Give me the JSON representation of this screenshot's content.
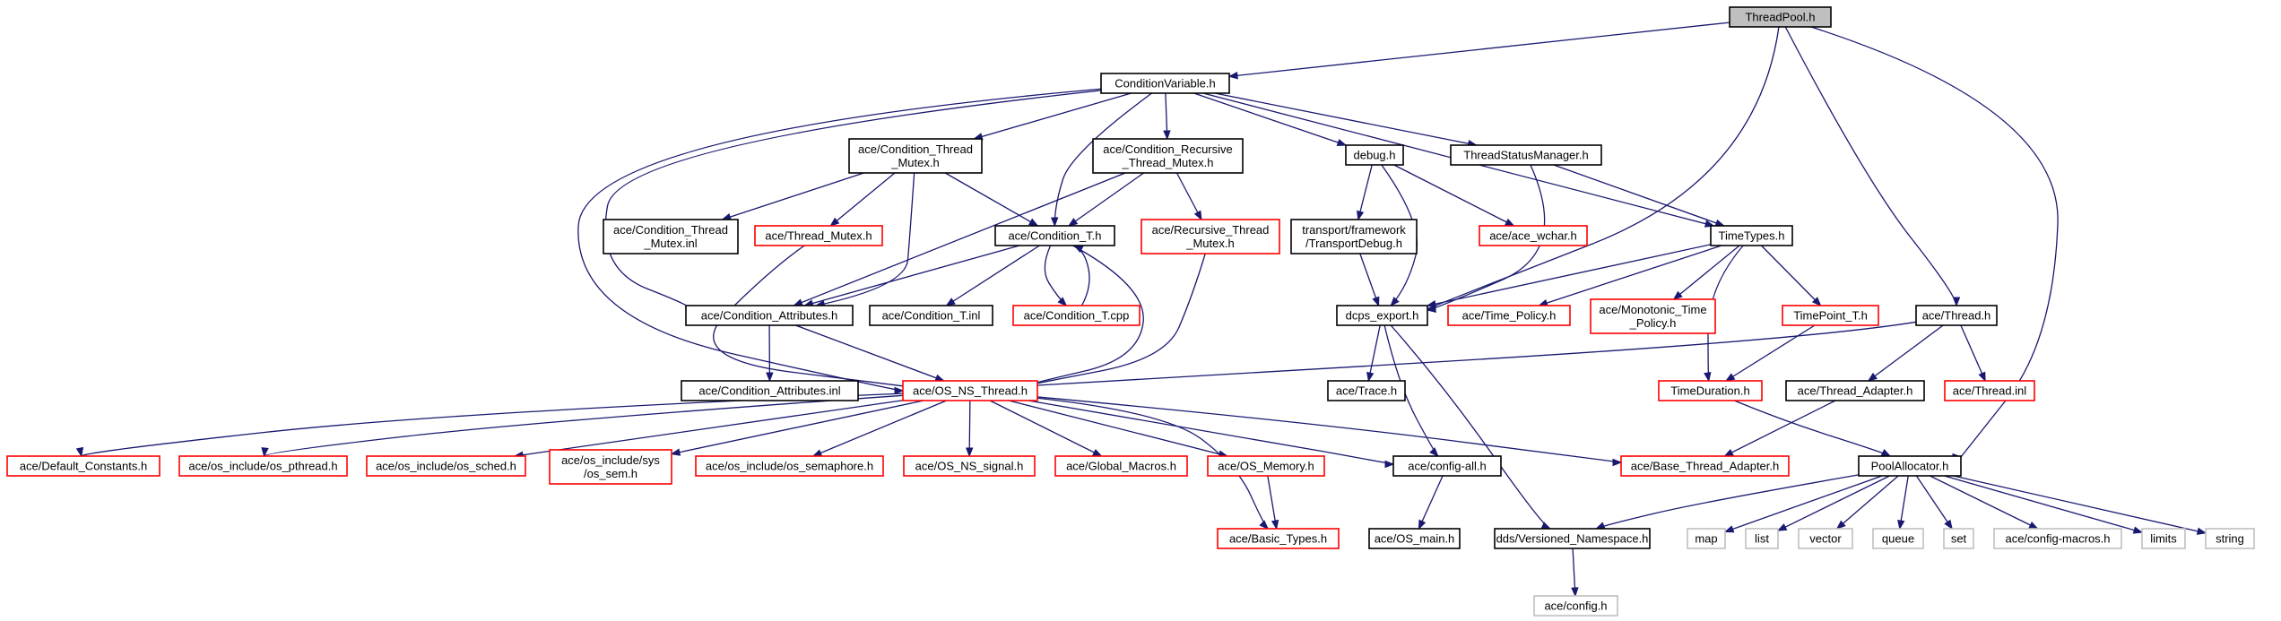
{
  "graph": {
    "nodes": [
      {
        "id": "threadpool",
        "lines": [
          "ThreadPool.h"
        ],
        "style": "root"
      },
      {
        "id": "condvar",
        "lines": [
          "ConditionVariable.h"
        ],
        "style": "black"
      },
      {
        "id": "condthreadmutex",
        "lines": [
          "ace/Condition_Thread",
          "_Mutex.h"
        ],
        "style": "black"
      },
      {
        "id": "condrecursive",
        "lines": [
          "ace/Condition_Recursive",
          "_Thread_Mutex.h"
        ],
        "style": "black"
      },
      {
        "id": "debug",
        "lines": [
          "debug.h"
        ],
        "style": "black"
      },
      {
        "id": "threadstatus",
        "lines": [
          "ThreadStatusManager.h"
        ],
        "style": "black"
      },
      {
        "id": "condthreadmutexinl",
        "lines": [
          "ace/Condition_Thread",
          "_Mutex.inl"
        ],
        "style": "black"
      },
      {
        "id": "threadmutex",
        "lines": [
          "ace/Thread_Mutex.h"
        ],
        "style": "red"
      },
      {
        "id": "condT",
        "lines": [
          "ace/Condition_T.h"
        ],
        "style": "black"
      },
      {
        "id": "recursivemutex",
        "lines": [
          "ace/Recursive_Thread",
          "_Mutex.h"
        ],
        "style": "red"
      },
      {
        "id": "transportdebug",
        "lines": [
          "transport/framework",
          "/TransportDebug.h"
        ],
        "style": "black"
      },
      {
        "id": "acewchar",
        "lines": [
          "ace/ace_wchar.h"
        ],
        "style": "red"
      },
      {
        "id": "timetypes",
        "lines": [
          "TimeTypes.h"
        ],
        "style": "black"
      },
      {
        "id": "condattr",
        "lines": [
          "ace/Condition_Attributes.h"
        ],
        "style": "black"
      },
      {
        "id": "condTinl",
        "lines": [
          "ace/Condition_T.inl"
        ],
        "style": "black"
      },
      {
        "id": "condTcpp",
        "lines": [
          "ace/Condition_T.cpp"
        ],
        "style": "red"
      },
      {
        "id": "dcpsexport",
        "lines": [
          "dcps_export.h"
        ],
        "style": "black"
      },
      {
        "id": "timepolicy",
        "lines": [
          "ace/Time_Policy.h"
        ],
        "style": "red"
      },
      {
        "id": "monotonic",
        "lines": [
          "ace/Monotonic_Time",
          "_Policy.h"
        ],
        "style": "red"
      },
      {
        "id": "timepointT",
        "lines": [
          "TimePoint_T.h"
        ],
        "style": "red"
      },
      {
        "id": "acethread",
        "lines": [
          "ace/Thread.h"
        ],
        "style": "black"
      },
      {
        "id": "condattrinl",
        "lines": [
          "ace/Condition_Attributes.inl"
        ],
        "style": "black"
      },
      {
        "id": "osnsthread",
        "lines": [
          "ace/OS_NS_Thread.h"
        ],
        "style": "red"
      },
      {
        "id": "acetrace",
        "lines": [
          "ace/Trace.h"
        ],
        "style": "black"
      },
      {
        "id": "timeduration",
        "lines": [
          "TimeDuration.h"
        ],
        "style": "red"
      },
      {
        "id": "threadadapter",
        "lines": [
          "ace/Thread_Adapter.h"
        ],
        "style": "black"
      },
      {
        "id": "threadinl",
        "lines": [
          "ace/Thread.inl"
        ],
        "style": "red"
      },
      {
        "id": "defaultconstants",
        "lines": [
          "ace/Default_Constants.h"
        ],
        "style": "red"
      },
      {
        "id": "ospthread",
        "lines": [
          "ace/os_include/os_pthread.h"
        ],
        "style": "red"
      },
      {
        "id": "ossched",
        "lines": [
          "ace/os_include/os_sched.h"
        ],
        "style": "red"
      },
      {
        "id": "ossyssem",
        "lines": [
          "ace/os_include/sys",
          "/os_sem.h"
        ],
        "style": "red"
      },
      {
        "id": "ossemaphore",
        "lines": [
          "ace/os_include/os_semaphore.h"
        ],
        "style": "red"
      },
      {
        "id": "osnssignal",
        "lines": [
          "ace/OS_NS_signal.h"
        ],
        "style": "red"
      },
      {
        "id": "globalmacros",
        "lines": [
          "ace/Global_Macros.h"
        ],
        "style": "red"
      },
      {
        "id": "osmemory",
        "lines": [
          "ace/OS_Memory.h"
        ],
        "style": "red"
      },
      {
        "id": "configall",
        "lines": [
          "ace/config-all.h"
        ],
        "style": "black"
      },
      {
        "id": "basethreadadapter",
        "lines": [
          "ace/Base_Thread_Adapter.h"
        ],
        "style": "red"
      },
      {
        "id": "poolallocator",
        "lines": [
          "PoolAllocator.h"
        ],
        "style": "black"
      },
      {
        "id": "basictypes",
        "lines": [
          "ace/Basic_Types.h"
        ],
        "style": "red"
      },
      {
        "id": "osmain",
        "lines": [
          "ace/OS_main.h"
        ],
        "style": "black"
      },
      {
        "id": "versionedns",
        "lines": [
          "dds/Versioned_Namespace.h"
        ],
        "style": "black"
      },
      {
        "id": "map",
        "lines": [
          "map"
        ],
        "style": "gray"
      },
      {
        "id": "list",
        "lines": [
          "list"
        ],
        "style": "gray"
      },
      {
        "id": "vector",
        "lines": [
          "vector"
        ],
        "style": "gray"
      },
      {
        "id": "queue",
        "lines": [
          "queue"
        ],
        "style": "gray"
      },
      {
        "id": "set",
        "lines": [
          "set"
        ],
        "style": "gray"
      },
      {
        "id": "configmacros",
        "lines": [
          "ace/config-macros.h"
        ],
        "style": "gray"
      },
      {
        "id": "limits",
        "lines": [
          "limits"
        ],
        "style": "gray"
      },
      {
        "id": "string",
        "lines": [
          "string"
        ],
        "style": "gray"
      },
      {
        "id": "aceconfig",
        "lines": [
          "ace/config.h"
        ],
        "style": "gray"
      }
    ],
    "edges": [
      [
        "threadpool",
        "condvar"
      ],
      [
        "threadpool",
        "dcpsexport"
      ],
      [
        "threadpool",
        "acethread"
      ],
      [
        "threadpool",
        "poolallocator"
      ],
      [
        "condvar",
        "condthreadmutex"
      ],
      [
        "condvar",
        "condrecursive"
      ],
      [
        "condvar",
        "debug"
      ],
      [
        "condvar",
        "threadstatus"
      ],
      [
        "condvar",
        "timetypes"
      ],
      [
        "condvar",
        "condT"
      ],
      [
        "condvar",
        "condattr"
      ],
      [
        "condvar",
        "osnsthread"
      ],
      [
        "condthreadmutex",
        "condthreadmutexinl"
      ],
      [
        "condthreadmutex",
        "threadmutex"
      ],
      [
        "condthreadmutex",
        "condT"
      ],
      [
        "condthreadmutex",
        "condattr"
      ],
      [
        "condrecursive",
        "condT"
      ],
      [
        "condrecursive",
        "recursivemutex"
      ],
      [
        "condrecursive",
        "condattr"
      ],
      [
        "debug",
        "transportdebug"
      ],
      [
        "debug",
        "acewchar"
      ],
      [
        "debug",
        "dcpsexport"
      ],
      [
        "threadstatus",
        "timetypes"
      ],
      [
        "threadstatus",
        "dcpsexport"
      ],
      [
        "threadmutex",
        "osnsthread"
      ],
      [
        "condT",
        "condattr"
      ],
      [
        "condT",
        "condTinl"
      ],
      [
        "condT",
        "condTcpp"
      ],
      [
        "condT",
        "osnsthread"
      ],
      [
        "condTcpp",
        "condT"
      ],
      [
        "recursivemutex",
        "osnsthread"
      ],
      [
        "transportdebug",
        "dcpsexport"
      ],
      [
        "timetypes",
        "dcpsexport"
      ],
      [
        "timetypes",
        "timepolicy"
      ],
      [
        "timetypes",
        "monotonic"
      ],
      [
        "timetypes",
        "timepointT"
      ],
      [
        "timetypes",
        "timeduration"
      ],
      [
        "condattr",
        "condattrinl"
      ],
      [
        "condattr",
        "osnsthread"
      ],
      [
        "dcpsexport",
        "acetrace"
      ],
      [
        "dcpsexport",
        "configall"
      ],
      [
        "dcpsexport",
        "versionedns"
      ],
      [
        "timepointT",
        "timeduration"
      ],
      [
        "acethread",
        "osnsthread"
      ],
      [
        "acethread",
        "threadadapter"
      ],
      [
        "acethread",
        "threadinl"
      ],
      [
        "osnsthread",
        "defaultconstants"
      ],
      [
        "osnsthread",
        "ospthread"
      ],
      [
        "osnsthread",
        "ossched"
      ],
      [
        "osnsthread",
        "ossyssem"
      ],
      [
        "osnsthread",
        "ossemaphore"
      ],
      [
        "osnsthread",
        "osnssignal"
      ],
      [
        "osnsthread",
        "globalmacros"
      ],
      [
        "osnsthread",
        "osmemory"
      ],
      [
        "osnsthread",
        "configall"
      ],
      [
        "osnsthread",
        "basethreadadapter"
      ],
      [
        "osnsthread",
        "basictypes"
      ],
      [
        "timeduration",
        "poolallocator"
      ],
      [
        "threadadapter",
        "basethreadadapter"
      ],
      [
        "osmemory",
        "basictypes"
      ],
      [
        "configall",
        "osmain"
      ],
      [
        "poolallocator",
        "versionedns"
      ],
      [
        "poolallocator",
        "map"
      ],
      [
        "poolallocator",
        "list"
      ],
      [
        "poolallocator",
        "vector"
      ],
      [
        "poolallocator",
        "queue"
      ],
      [
        "poolallocator",
        "set"
      ],
      [
        "poolallocator",
        "configmacros"
      ],
      [
        "poolallocator",
        "limits"
      ],
      [
        "poolallocator",
        "string"
      ],
      [
        "versionedns",
        "aceconfig"
      ]
    ]
  }
}
